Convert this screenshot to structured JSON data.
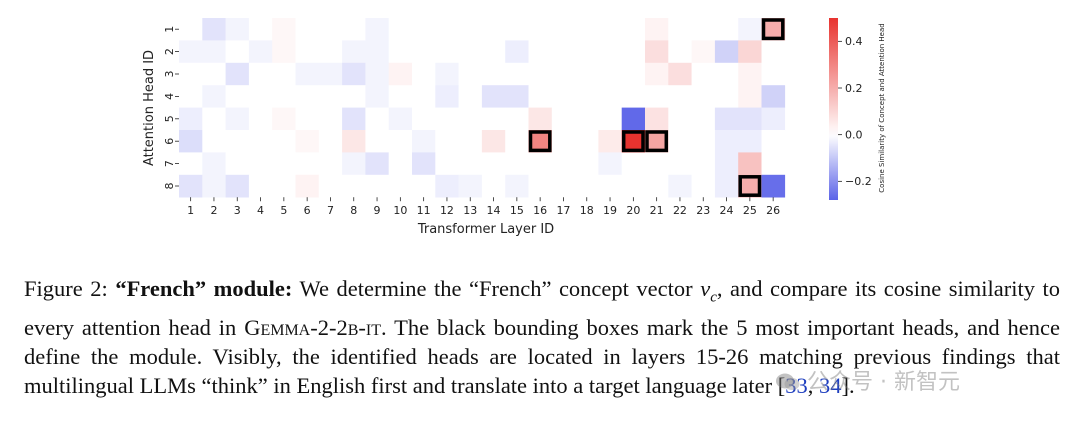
{
  "chart_data": {
    "type": "heatmap",
    "xlabel": "Transformer Layer ID",
    "ylabel": "Attention Head ID",
    "x_categories": [
      1,
      2,
      3,
      4,
      5,
      6,
      7,
      8,
      9,
      10,
      11,
      12,
      13,
      14,
      15,
      16,
      17,
      18,
      19,
      20,
      21,
      22,
      23,
      24,
      25,
      26
    ],
    "y_categories": [
      1,
      2,
      3,
      4,
      5,
      6,
      7,
      8
    ],
    "values": [
      [
        0.0,
        -0.05,
        -0.02,
        0.0,
        0.02,
        0.0,
        0.0,
        0.0,
        -0.02,
        0.0,
        0.0,
        0.0,
        0.0,
        0.0,
        0.0,
        0.0,
        0.0,
        0.0,
        0.0,
        0.0,
        0.03,
        0.0,
        0.0,
        0.0,
        -0.02,
        0.2
      ],
      [
        -0.02,
        -0.02,
        0.0,
        -0.02,
        0.02,
        0.0,
        0.0,
        -0.02,
        -0.02,
        0.0,
        0.0,
        0.0,
        0.0,
        0.0,
        -0.03,
        0.0,
        0.0,
        0.0,
        0.0,
        0.0,
        0.08,
        0.0,
        0.02,
        -0.08,
        0.1,
        0.0
      ],
      [
        0.0,
        0.0,
        -0.05,
        0.0,
        0.0,
        -0.02,
        -0.02,
        -0.05,
        -0.02,
        0.03,
        0.0,
        -0.02,
        0.0,
        0.0,
        0.0,
        0.0,
        0.0,
        0.0,
        0.0,
        0.0,
        0.03,
        0.08,
        0.0,
        0.0,
        0.03,
        0.0
      ],
      [
        0.0,
        -0.02,
        0.0,
        0.0,
        0.0,
        0.0,
        0.0,
        0.0,
        -0.02,
        0.0,
        0.0,
        -0.03,
        0.0,
        -0.05,
        -0.05,
        0.0,
        0.0,
        0.0,
        0.0,
        0.0,
        0.0,
        0.0,
        0.0,
        0.0,
        0.03,
        -0.08
      ],
      [
        -0.03,
        0.0,
        -0.02,
        0.0,
        0.02,
        0.0,
        0.0,
        -0.05,
        0.0,
        -0.02,
        0.0,
        0.0,
        0.0,
        0.0,
        0.0,
        0.06,
        0.0,
        0.0,
        0.0,
        -0.27,
        0.07,
        0.0,
        0.0,
        -0.05,
        -0.05,
        -0.03
      ],
      [
        -0.06,
        0.0,
        0.0,
        0.0,
        0.0,
        0.02,
        0.0,
        0.06,
        0.0,
        0.0,
        -0.02,
        0.0,
        0.0,
        0.06,
        0.0,
        0.3,
        0.0,
        0.0,
        0.05,
        0.5,
        0.22,
        0.0,
        0.0,
        -0.03,
        -0.03,
        0.0
      ],
      [
        0.0,
        -0.02,
        0.0,
        0.0,
        0.0,
        0.0,
        0.0,
        -0.02,
        -0.05,
        0.0,
        -0.05,
        0.0,
        0.0,
        0.0,
        0.0,
        0.0,
        0.0,
        0.0,
        -0.02,
        0.0,
        0.0,
        0.0,
        0.0,
        -0.03,
        0.15,
        0.0
      ],
      [
        -0.05,
        -0.02,
        -0.05,
        0.0,
        0.0,
        0.03,
        0.0,
        0.0,
        0.0,
        0.0,
        0.0,
        -0.03,
        -0.02,
        0.0,
        -0.02,
        0.0,
        0.0,
        0.0,
        0.0,
        0.0,
        0.0,
        -0.02,
        0.0,
        -0.03,
        0.2,
        -0.26
      ]
    ],
    "highlighted_cells": [
      {
        "layer": 26,
        "head": 1
      },
      {
        "layer": 16,
        "head": 6
      },
      {
        "layer": 20,
        "head": 6
      },
      {
        "layer": 21,
        "head": 6
      },
      {
        "layer": 25,
        "head": 8
      }
    ],
    "colorbar": {
      "label": "Cosine Similarity of Concept and Attention Head",
      "range": [
        -0.28,
        0.5
      ],
      "ticks": [
        "0.4",
        "0.2",
        "0.0",
        "−0.2"
      ],
      "tick_values": [
        0.4,
        0.2,
        0.0,
        -0.2
      ],
      "colors": {
        "negative": "#5b63e8",
        "zero": "#ffffff",
        "positive": "#e8332f"
      }
    }
  },
  "caption": {
    "figure_number": "Figure 2:",
    "title": "“French” module:",
    "line1": "We determine the “French” concept vector",
    "var_v": "v",
    "var_sub": "c",
    "line1b": ", and compare its cosine similarity to every attention head in",
    "model": "Gemma-2-2b-it",
    "line2": ". The black bounding boxes mark the 5 most important heads, and hence define the module. Visibly, the identified heads are located in layers 15-26 matching previous findings that multilingual LLMs “think” in English first and translate into a target language later [",
    "cite1": "33",
    "sep": ", ",
    "cite2": "34",
    "end": "]."
  },
  "watermark": {
    "text": "公众号 · 新智元"
  }
}
